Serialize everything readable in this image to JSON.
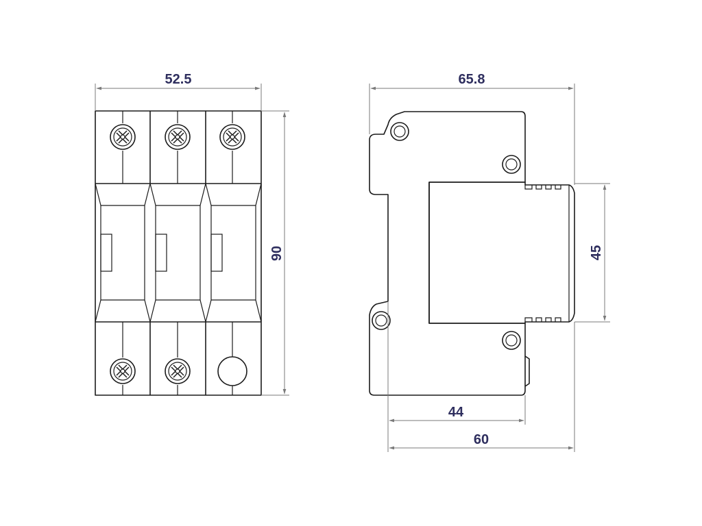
{
  "front_view": {
    "width_label": "52.5",
    "height_label": "90"
  },
  "side_view": {
    "overall_depth_label": "65.8",
    "front_height_label": "45",
    "rail_depth_label": "44",
    "depth_label": "60"
  },
  "colors": {
    "outline": "#1a1a1a",
    "dimension_line": "#7a7a7a",
    "dimension_text": "#2e2e5e"
  }
}
